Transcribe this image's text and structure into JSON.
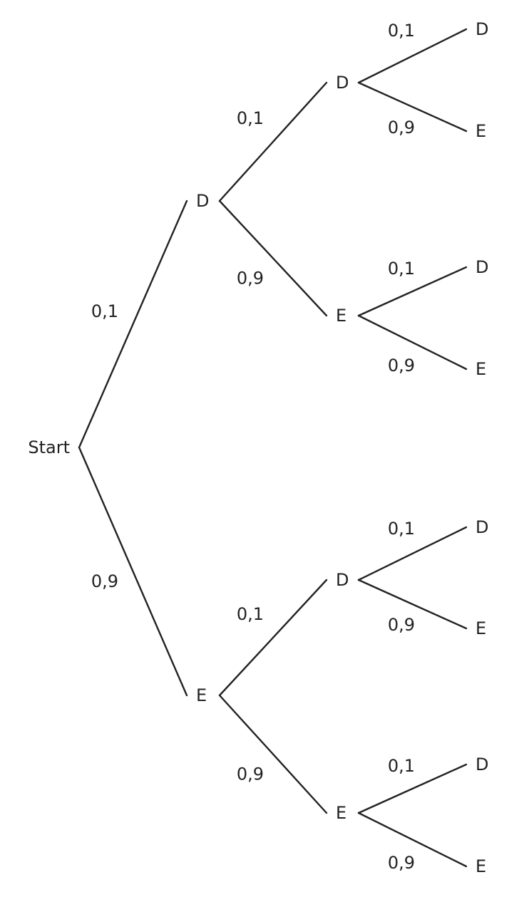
{
  "tree": {
    "root": "Start",
    "line_color": "#222222",
    "branches": [
      {
        "label": "D",
        "prob": "0,1",
        "branches": [
          {
            "label": "D",
            "prob": "0,1",
            "branches": [
              {
                "label": "D",
                "prob": "0,1"
              },
              {
                "label": "E",
                "prob": "0,9"
              }
            ]
          },
          {
            "label": "E",
            "prob": "0,9",
            "branches": [
              {
                "label": "D",
                "prob": "0,1"
              },
              {
                "label": "E",
                "prob": "0,9"
              }
            ]
          }
        ]
      },
      {
        "label": "E",
        "prob": "0,9",
        "branches": [
          {
            "label": "D",
            "prob": "0,1",
            "branches": [
              {
                "label": "D",
                "prob": "0,1"
              },
              {
                "label": "E",
                "prob": "0,9"
              }
            ]
          },
          {
            "label": "E",
            "prob": "0,9",
            "branches": [
              {
                "label": "D",
                "prob": "0,1"
              },
              {
                "label": "E",
                "prob": "0,9"
              }
            ]
          }
        ]
      }
    ]
  }
}
